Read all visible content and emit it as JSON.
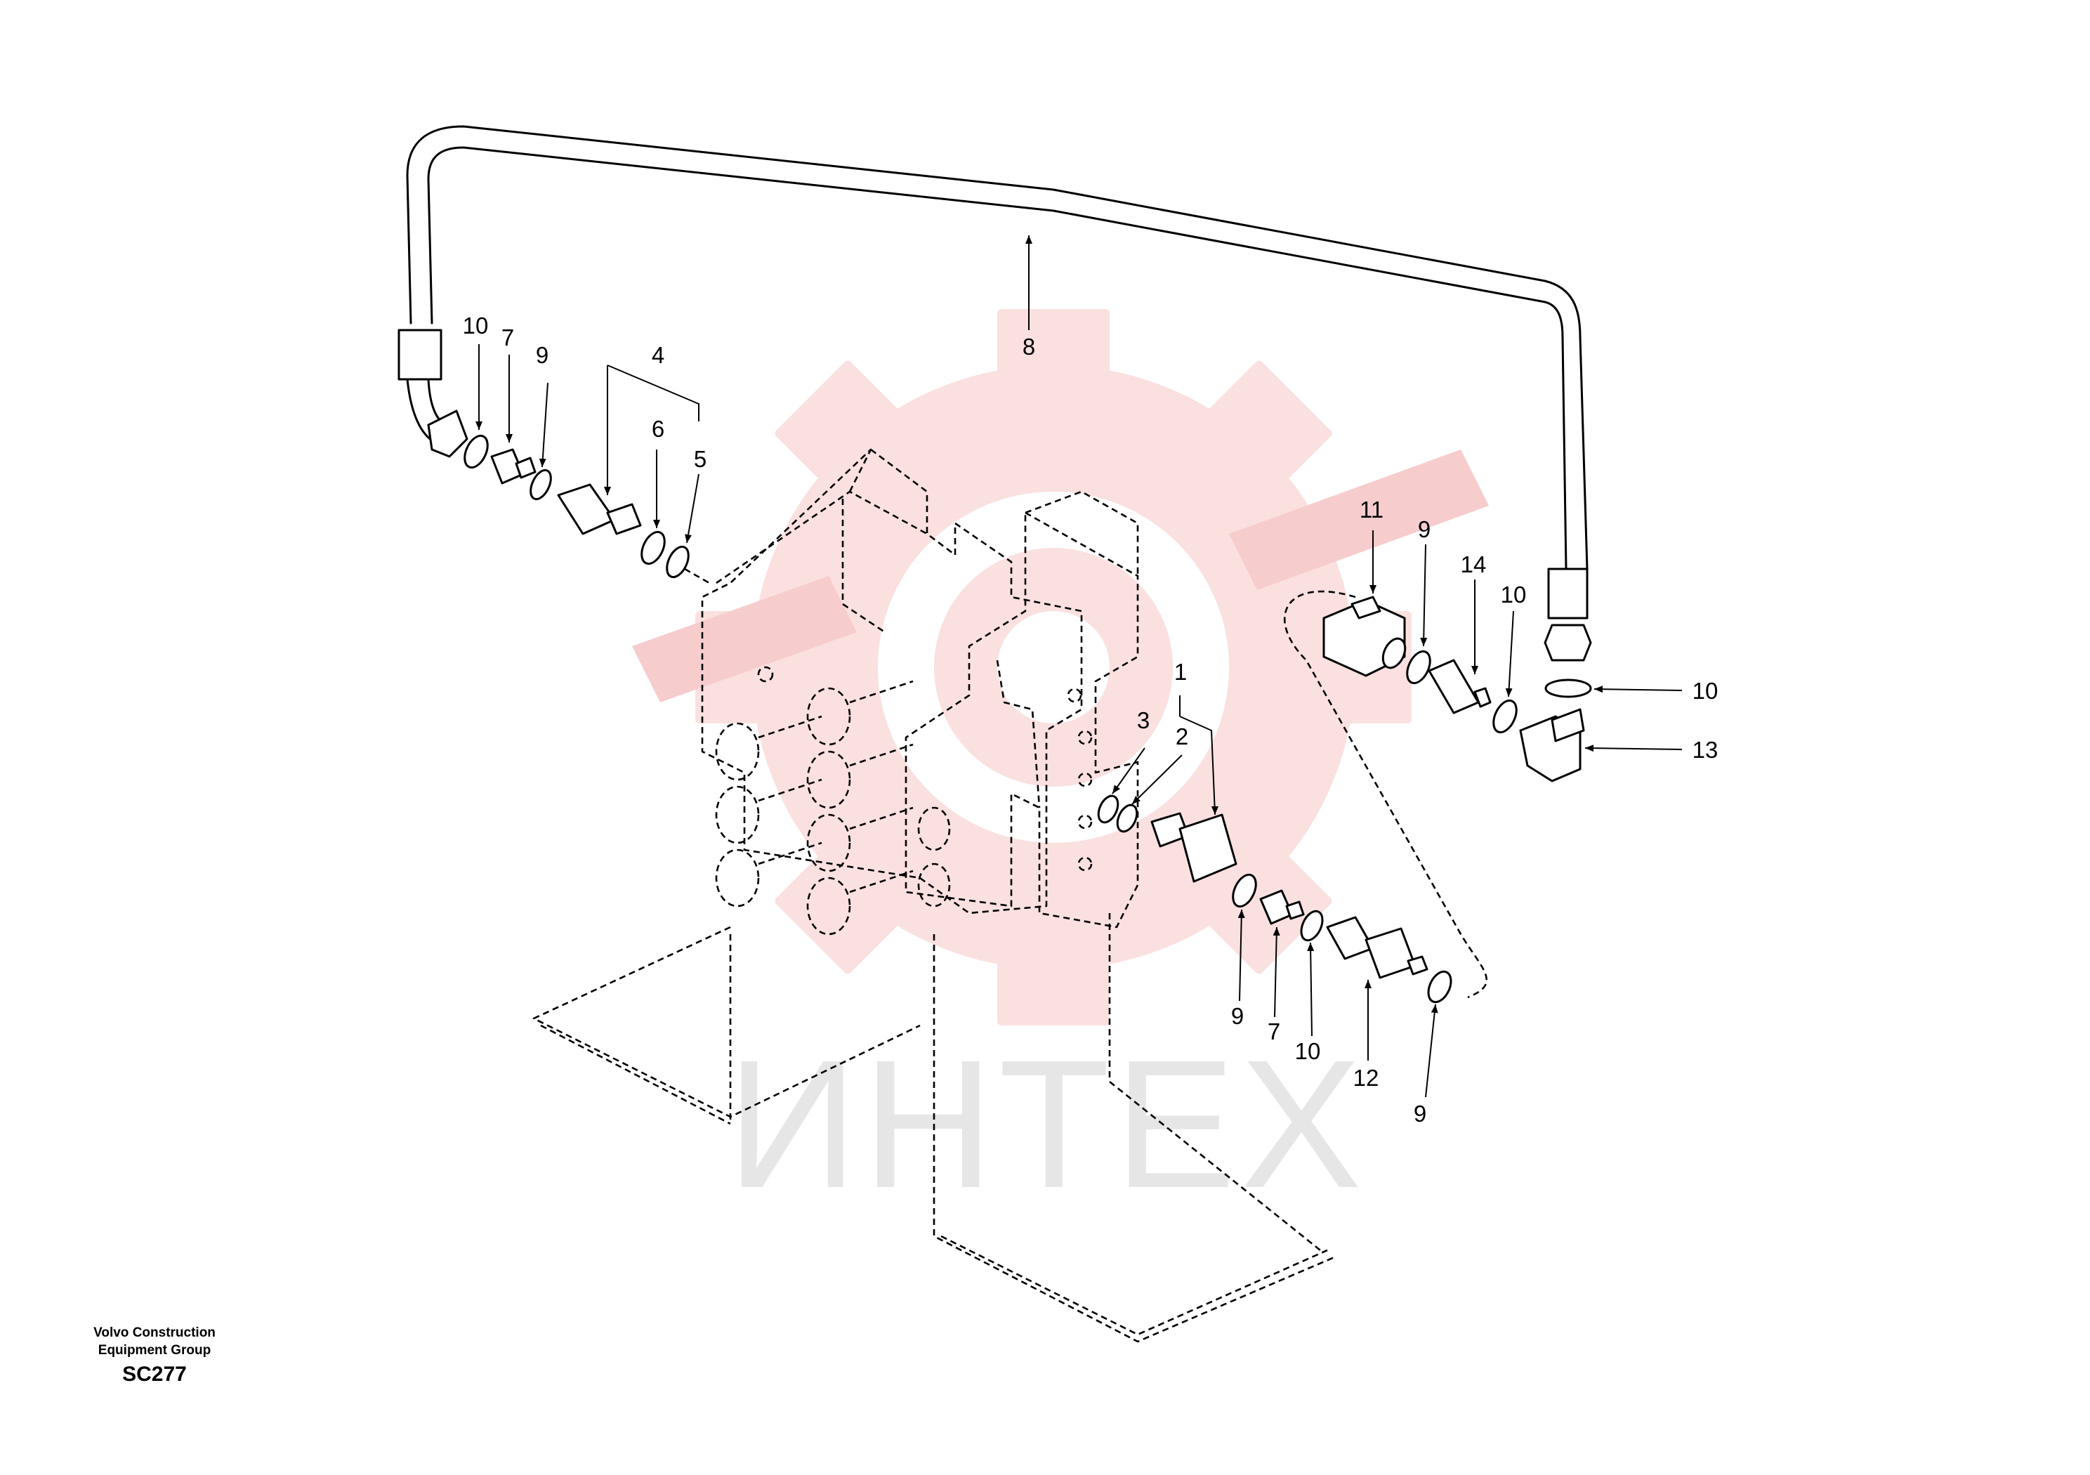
{
  "diagram": {
    "callout_labels": {
      "c1": "1",
      "c2": "2",
      "c3": "3",
      "c4": "4",
      "c5": "5",
      "c6": "6",
      "c7a": "7",
      "c7b": "7",
      "c8": "8",
      "c9a": "9",
      "c9b": "9",
      "c9c": "9",
      "c9d": "9",
      "c10a": "10",
      "c10b": "10",
      "c10c": "10",
      "c10d": "10",
      "c11": "11",
      "c12": "12",
      "c13": "13",
      "c14": "14"
    },
    "watermark_text": "ИНТЕХ",
    "watermark_color": "#fbe0e0",
    "watermark_text_color": "#e6e6e6"
  },
  "footer": {
    "company_line1": "Volvo Construction",
    "company_line2": "Equipment Group",
    "code": "SC277"
  }
}
